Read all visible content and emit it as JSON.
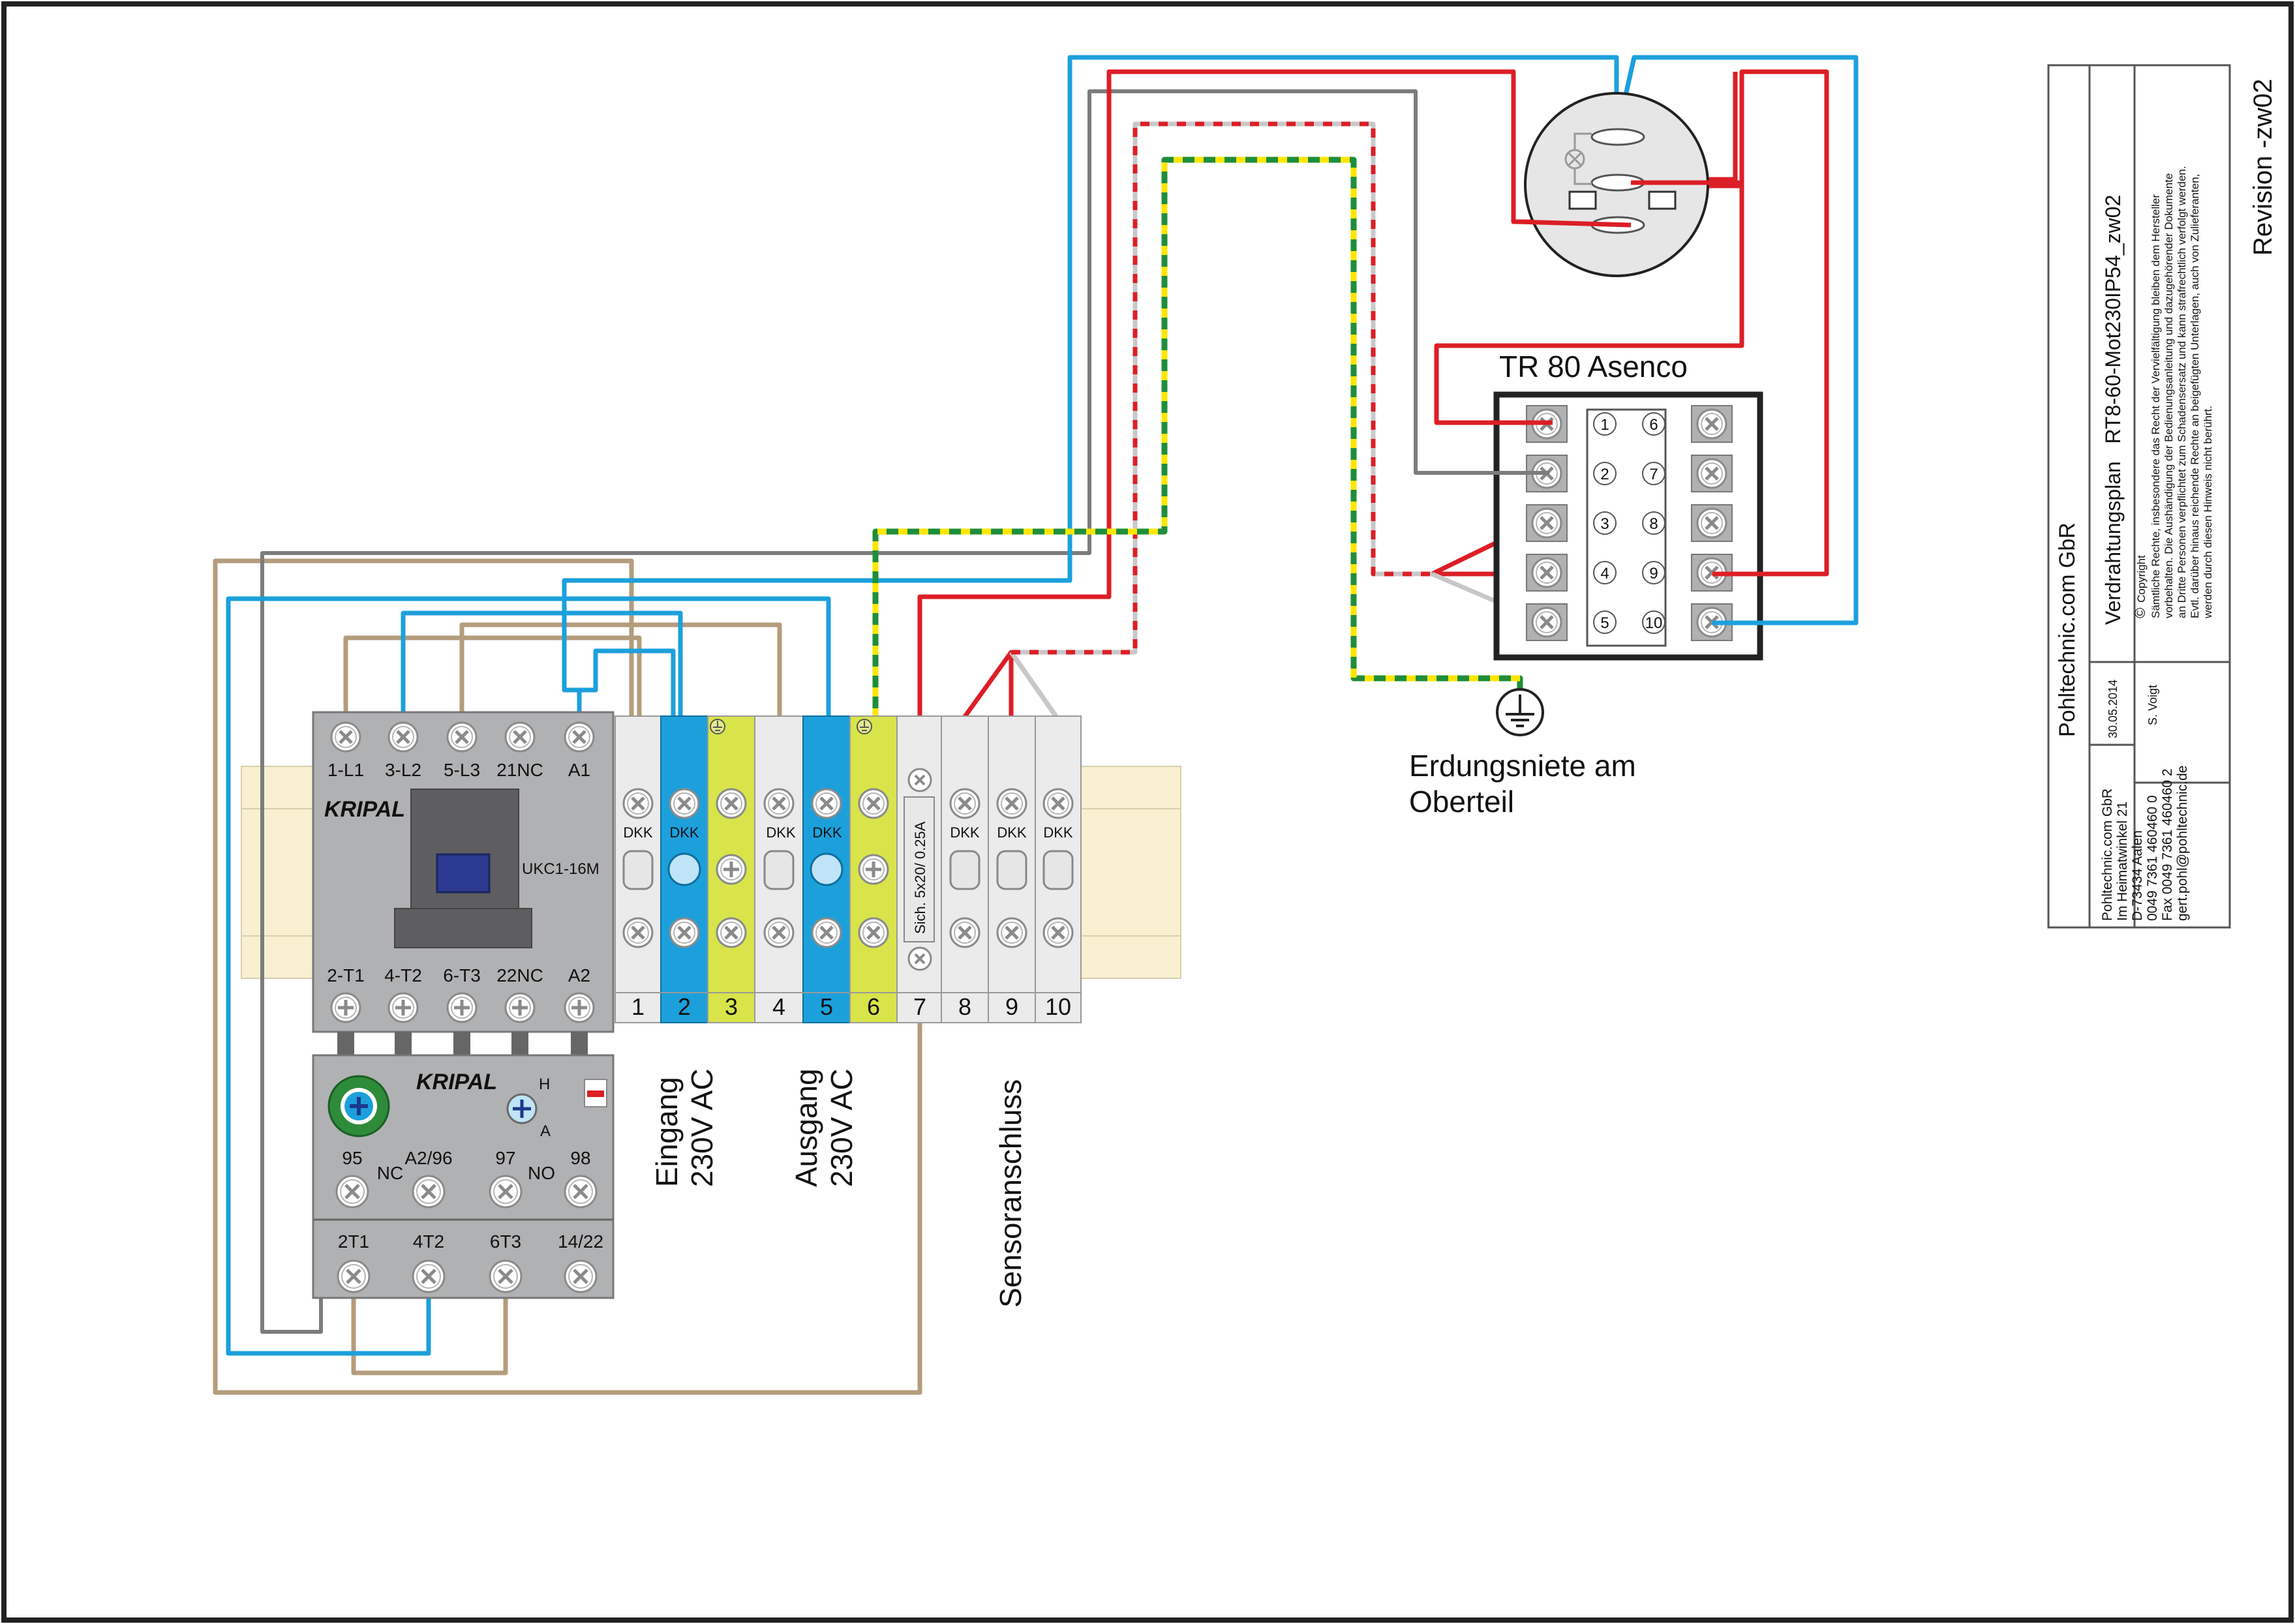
{
  "colors": {
    "blue": "#1ca0dc",
    "red": "#dc1e26",
    "brown": "#b49c7c",
    "grey": "#7c7c7c",
    "green": "#1f8e3a",
    "yellow": "#ffe600",
    "lightgrey": "#c8c8c8",
    "module": "#b0b1b3",
    "rail": "#f8f0d0"
  },
  "contactor": {
    "brand": "KRIPAL",
    "model": "UKC1-16M",
    "top_terminals": [
      "1-L1",
      "3-L2",
      "5-L3",
      "21NC",
      "A1"
    ],
    "bottom_terminals": [
      "2-T1",
      "4-T2",
      "6-T3",
      "22NC",
      "A2"
    ]
  },
  "overload_relay": {
    "brand": "KRIPAL",
    "mode_h": "H",
    "mode_a": "A",
    "contacts": [
      "95",
      "A2/96",
      "97",
      "98"
    ],
    "nc": "NC",
    "no": "NO",
    "outputs": [
      "2T1",
      "4T2",
      "6T3",
      "14/22"
    ]
  },
  "terminal_block": {
    "dkk_label": "DKK",
    "numbers": [
      "1",
      "2",
      "3",
      "4",
      "5",
      "6",
      "7",
      "8",
      "9",
      "10"
    ],
    "fuse_label": "Sich. 5x20/ 0.25A",
    "eingang": [
      "Eingang",
      "230V AC"
    ],
    "ausgang": [
      "Ausgang",
      "230V AC"
    ],
    "sensor": "Sensoranschluss"
  },
  "controller": {
    "title": "TR 80 Asenco",
    "pins_left": [
      "1",
      "2",
      "3",
      "4",
      "5"
    ],
    "pins_right": [
      "6",
      "7",
      "8",
      "9",
      "10"
    ]
  },
  "earth": {
    "label_line1": "Erdungsniete am",
    "label_line2": "Oberteil"
  },
  "title_block": {
    "company": "Pohltechnic.com GbR",
    "drawing_title": "Verdrahtungsplan   RT8-60-Mot230IP54_zw02",
    "date": "30.05.2014",
    "author": "S. Voigt",
    "copyright_title": "Copyright",
    "copyright_lines": [
      "Sämtliche Rechte, insbesondere das Recht  der Vervielfältigung bleiben dem Hersteller",
      "vorbehalten. Die Aushändigung der Bedienungsanleitung und dazugehörender Dokumente",
      "an Dritte Personen verpflichtet zum Schadensersatz und kann strafrechtlich verfolgt werden.",
      "Evtl. darüber hinaus reichende Rechte an beigefügten Unterlagen, auch von Zulieferanten,",
      "werden durch diesen Hinweis nicht berührt."
    ],
    "address": [
      "Pohltechnic.com GbR",
      "Im Heimatwinkel 21",
      "D-73434 Aalen",
      "0049 7361 460460 0",
      "Fax 0049 7361 460460 2",
      "gert.pohl@pohltechnic.de"
    ],
    "revision": "Revision -zw02"
  }
}
